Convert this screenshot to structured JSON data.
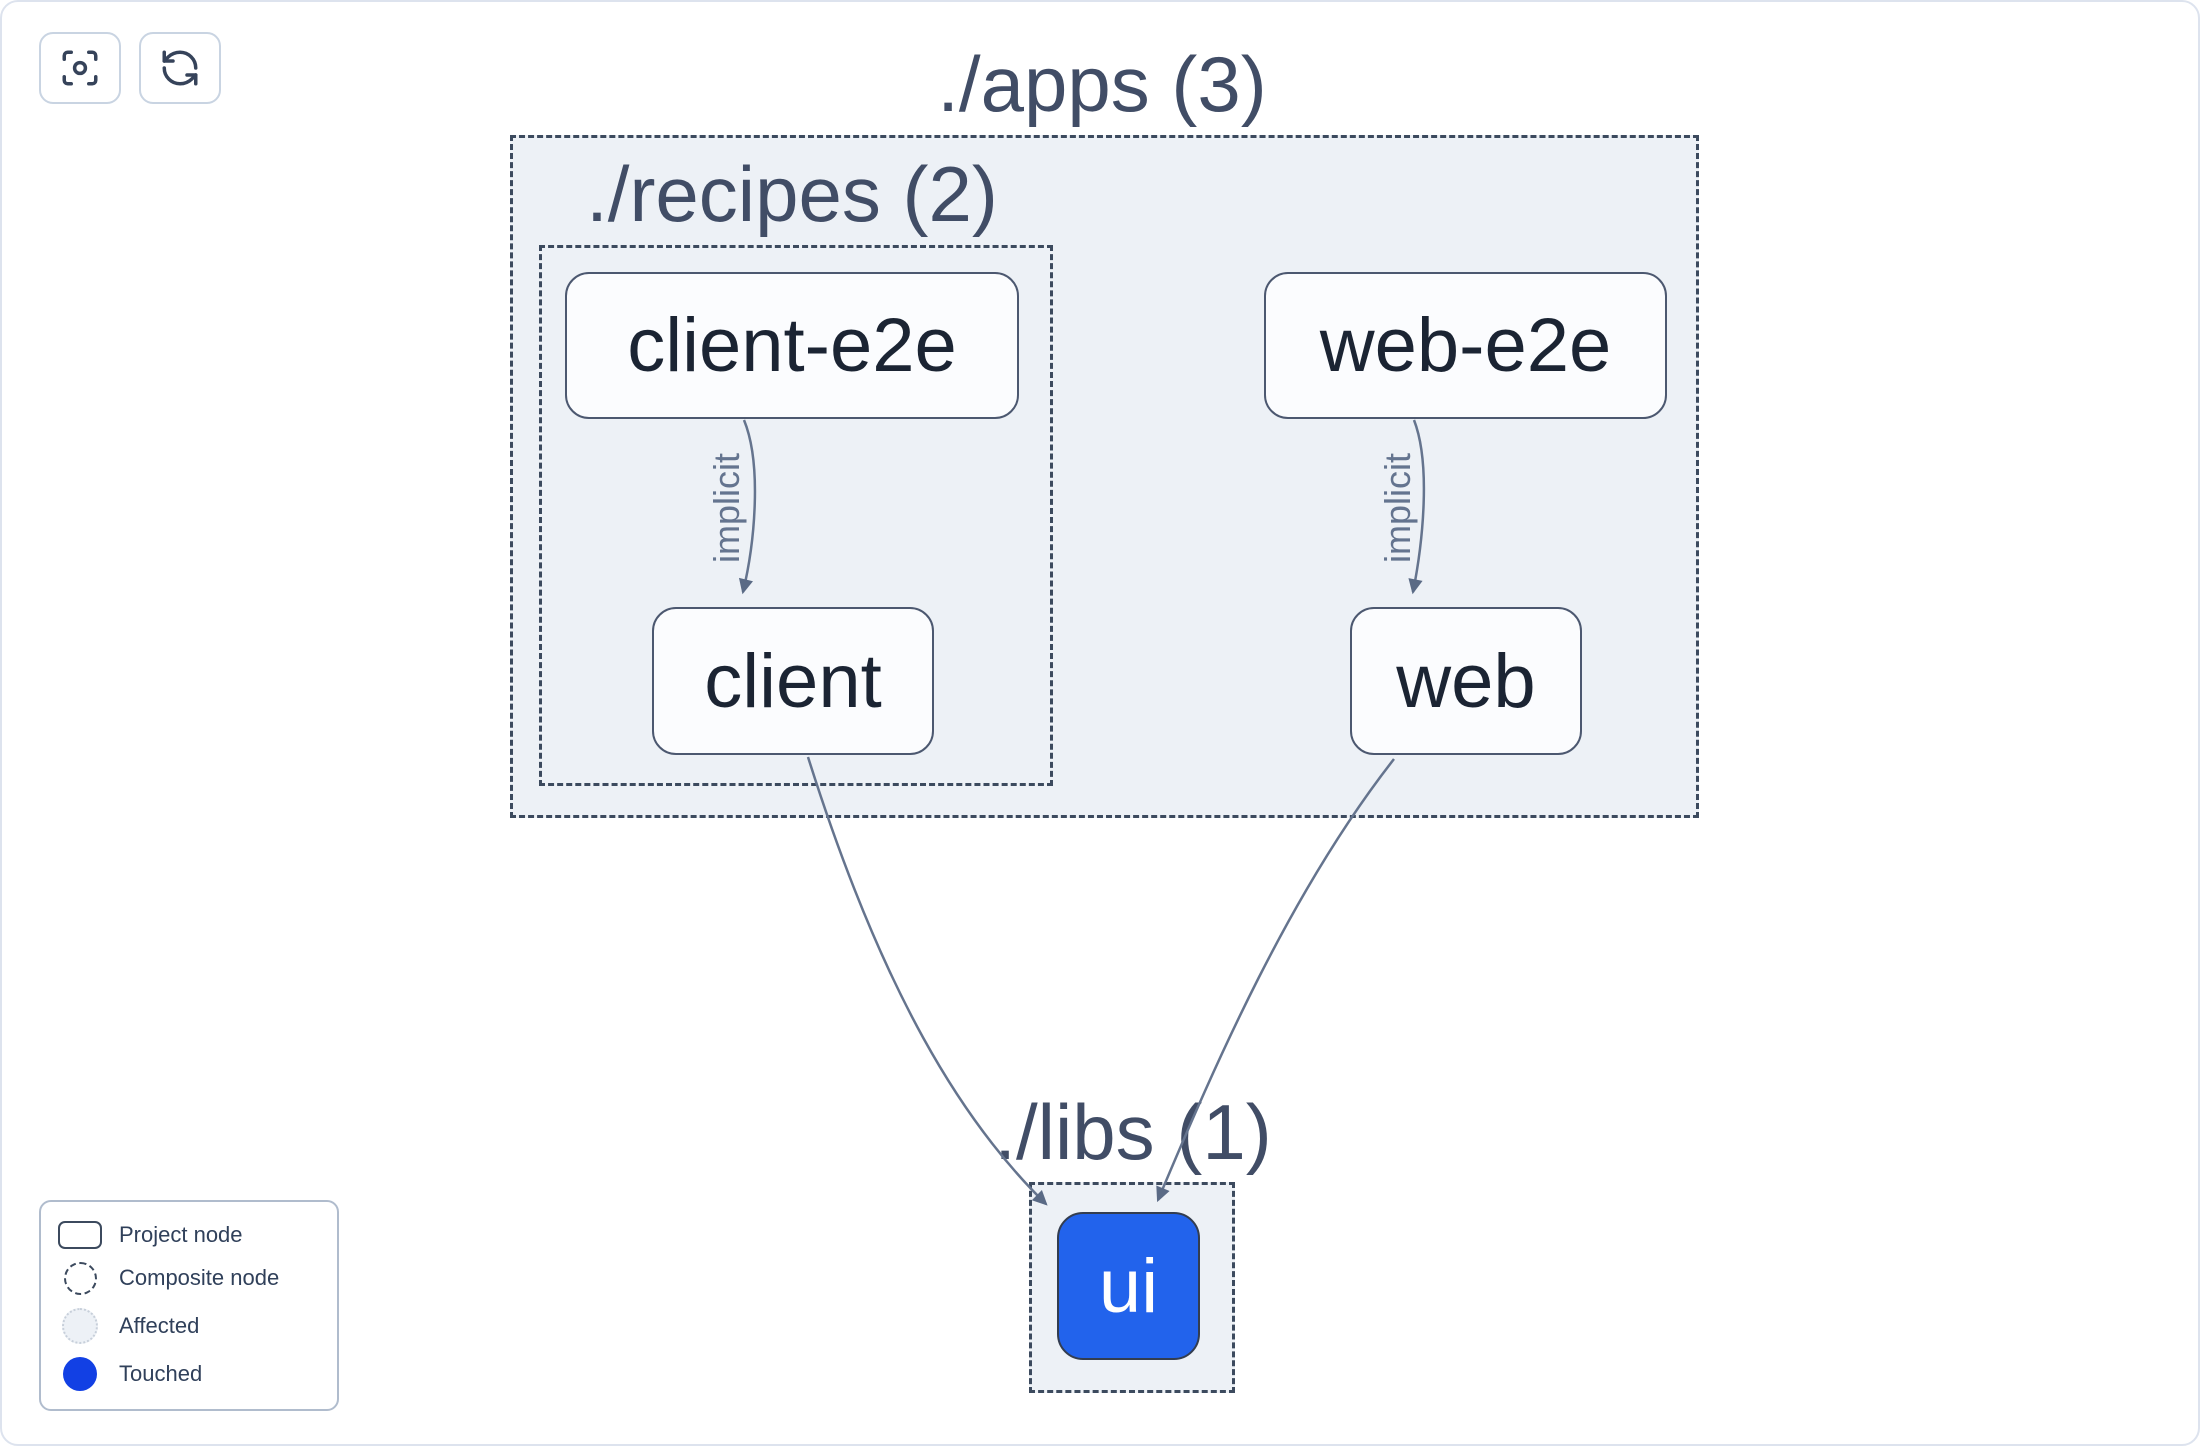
{
  "toolbar": {
    "buttons": [
      {
        "id": "center-graph",
        "icon": "scan-focus-icon"
      },
      {
        "id": "refresh-graph",
        "icon": "refresh-icon"
      }
    ]
  },
  "graph": {
    "groups": [
      {
        "id": "apps",
        "label": "./apps (3)",
        "count": 3
      },
      {
        "id": "recipes",
        "label": "./recipes (2)",
        "count": 2
      },
      {
        "id": "libs",
        "label": "./libs (1)",
        "count": 1
      }
    ],
    "nodes": [
      {
        "id": "client-e2e",
        "label": "client-e2e",
        "group": "apps/recipes",
        "state": "default"
      },
      {
        "id": "client",
        "label": "client",
        "group": "apps/recipes",
        "state": "default"
      },
      {
        "id": "web-e2e",
        "label": "web-e2e",
        "group": "apps",
        "state": "default"
      },
      {
        "id": "web",
        "label": "web",
        "group": "apps",
        "state": "default"
      },
      {
        "id": "ui",
        "label": "ui",
        "group": "libs",
        "state": "touched"
      }
    ],
    "edges": [
      {
        "source": "client-e2e",
        "target": "client",
        "label": "implicit"
      },
      {
        "source": "web-e2e",
        "target": "web",
        "label": "implicit"
      },
      {
        "source": "client",
        "target": "ui",
        "label": ""
      },
      {
        "source": "web",
        "target": "ui",
        "label": ""
      }
    ]
  },
  "legend": {
    "items": [
      {
        "icon": "project-node-icon",
        "label": "Project node"
      },
      {
        "icon": "composite-node-icon",
        "label": "Composite node"
      },
      {
        "icon": "affected-icon",
        "label": "Affected"
      },
      {
        "icon": "touched-icon",
        "label": "Touched"
      }
    ]
  },
  "colors": {
    "group_fill": "#edf1f6",
    "dashed_border": "#3c4a5e",
    "node_fill": "#fbfcfe",
    "node_border": "#4c5870",
    "node_text": "#1b2433",
    "group_label": "#414d66",
    "edge": "#65748e",
    "ui_node_blue": "#2263ec",
    "touched_blue": "#1240e4"
  }
}
